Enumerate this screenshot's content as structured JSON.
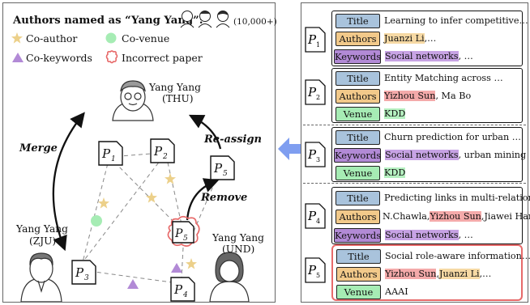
{
  "header": {
    "title": "Authors named as “Yang Yang”:",
    "count": "(10,000+)"
  },
  "legend": {
    "co_author": "Co-author",
    "co_venue": "Co-venue",
    "co_keywords": "Co-keywords",
    "incorrect_paper": "Incorrect paper"
  },
  "persons": [
    {
      "name": "Yang Yang",
      "affiliation": "(THU)"
    },
    {
      "name": "Yang Yang",
      "affiliation": "(ZJU)"
    },
    {
      "name": "Yang Yang",
      "affiliation": "(UND)"
    }
  ],
  "paper_nodes": {
    "p1": "1",
    "p2": "2",
    "p3": "3",
    "p4": "4",
    "p5": "5"
  },
  "actions": {
    "merge": "Merge",
    "reassign": "Re-assign",
    "remove": "Remove"
  },
  "papers": [
    {
      "id": "P1",
      "index": "1",
      "title_tag": "Title",
      "title": "Learning to infer competitive…",
      "authors_tag": "Authors",
      "authors_hl": "Juanzi Li",
      "authors_rest": ",…",
      "keywords_tag": "Keywords",
      "keywords_hl": "Social networks",
      "keywords_rest": ", …"
    },
    {
      "id": "P2",
      "index": "2",
      "title_tag": "Title",
      "title": "Entity Matching across …",
      "authors_tag": "Authors",
      "authors_hl": "Yizhou Sun",
      "authors_rest": ", Ma Bo",
      "venue_tag": "Venue",
      "venue": "KDD"
    },
    {
      "id": "P3",
      "index": "3",
      "title_tag": "Title",
      "title": "Churn prediction for urban …",
      "keywords_tag": "Keywords",
      "keywords_hl": "Social networks",
      "keywords_rest": ", urban mining",
      "venue_tag": "Venue",
      "venue": "KDD"
    },
    {
      "id": "P4",
      "index": "4",
      "title_tag": "Title",
      "title": "Predicting links in multi-relation…",
      "authors_tag": "Authors",
      "authors_pre": "N.Chawla,",
      "authors_hl": "Yizhou Sun",
      "authors_rest": ",Jiawei Han",
      "keywords_tag": "Keywords",
      "keywords_hl": "Social networks",
      "keywords_rest": ", …"
    },
    {
      "id": "P5",
      "index": "5",
      "title_tag": "Title",
      "title": "Social role-aware information…",
      "authors_tag": "Authors",
      "authors_hl1": "Yizhou Sun",
      "authors_sep": ",",
      "authors_hl2": "Juanzi Li",
      "authors_rest": ",…",
      "venue_tag": "Venue",
      "venue": "AAAI"
    }
  ],
  "colors": {
    "title_tag": "#a9c3dc",
    "authors_tag": "#f2c98a",
    "keywords_tag": "#b28ad6",
    "venue_tag": "#a6ecb4",
    "co_author_star": "#ecd08a",
    "co_venue_dot": "#a6ecb4",
    "co_keywords_triangle": "#b28ad6",
    "incorrect_outline": "#e76a6a",
    "arrow_blue": "#7f9ef0"
  }
}
